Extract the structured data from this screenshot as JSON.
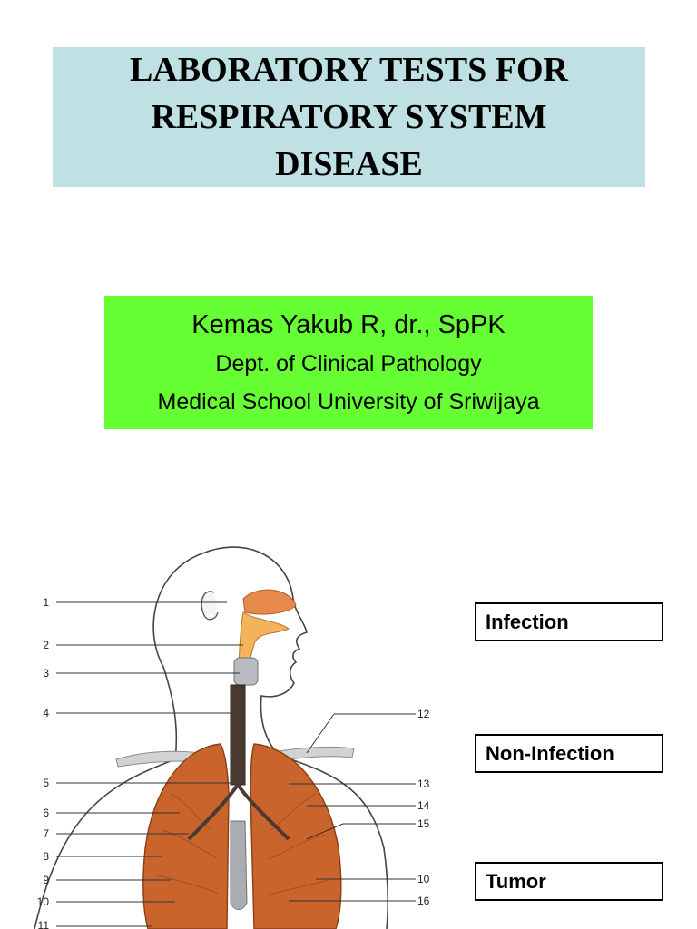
{
  "title": {
    "line1": "LABORATORY TESTS FOR",
    "line2": "RESPIRATORY SYSTEM",
    "line3": "DISEASE"
  },
  "author": {
    "name": "Kemas Yakub R, dr., SpPK",
    "department": "Dept. of Clinical Pathology",
    "institution": "Medical School University of Sriwijaya"
  },
  "figure": {
    "labels_left": [
      "1",
      "2",
      "3",
      "4",
      "5",
      "6",
      "7",
      "8",
      "9",
      "10",
      "11"
    ],
    "labels_right": [
      "12",
      "13",
      "14",
      "15",
      "10",
      "16"
    ]
  },
  "categories": [
    "Infection",
    "Non-Infection",
    "Tumor"
  ],
  "colors": {
    "title_bg": "#bfe1e3",
    "author_bg": "#66ff33",
    "lung": "#c8642c",
    "airway": "#f0a050"
  }
}
